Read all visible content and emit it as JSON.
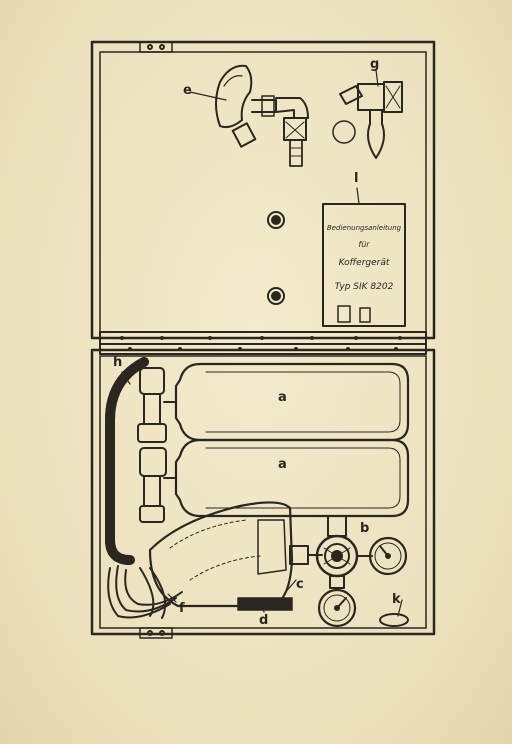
{
  "labels": {
    "e": "e",
    "g": "g",
    "l": "l",
    "h": "h",
    "a1": "a",
    "a2": "a",
    "b": "b",
    "c": "c",
    "d": "d",
    "f": "f",
    "k": "k"
  },
  "plate": {
    "line1": "Bedienungsanleitung",
    "line2": "für",
    "line3": "Koffergerät",
    "line4": "Typ SIK 8202"
  },
  "colors": {
    "ink": "#2a2620",
    "paper": "#efe6c4"
  }
}
